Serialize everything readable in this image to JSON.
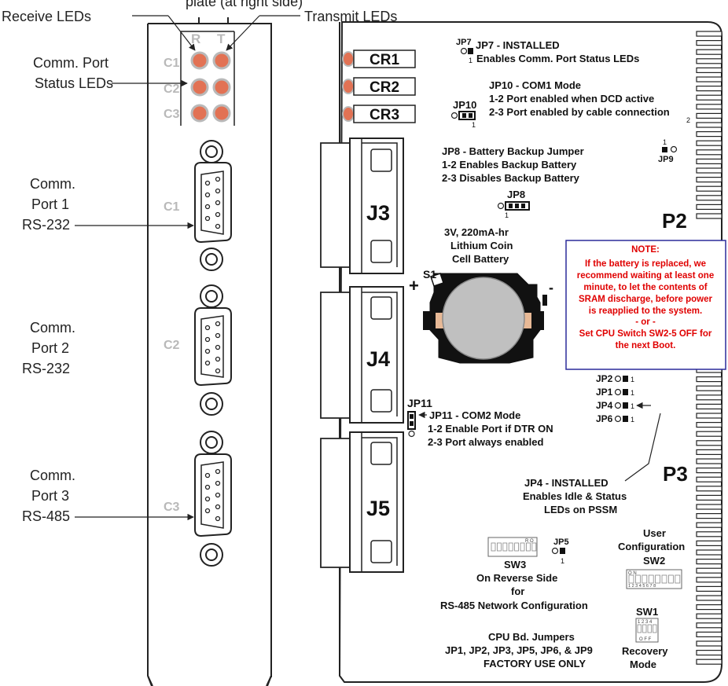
{
  "callouts": {
    "top_cut": "plate (at right side)",
    "receive_leds": "Receive LEDs",
    "transmit_leds": "Transmit LEDs",
    "status_leds_l1": "Comm. Port",
    "status_leds_l2": "Status LEDs",
    "port1_l1": "Comm.",
    "port1_l2": "Port 1",
    "port1_l3": "RS-232",
    "port2_l1": "Comm.",
    "port2_l2": "Port 2",
    "port2_l3": "RS-232",
    "port3_l1": "Comm.",
    "port3_l2": "Port 3",
    "port3_l3": "RS-485"
  },
  "faceplate": {
    "led_col_r": "R",
    "led_col_t": "T",
    "led_rows": [
      "C1",
      "C2",
      "C3"
    ],
    "port_labels": [
      "C1",
      "C2",
      "C3"
    ]
  },
  "board": {
    "leds": [
      "CR1",
      "CR2",
      "CR3"
    ],
    "connectors": [
      "J3",
      "J4",
      "J5"
    ],
    "edge_connectors": [
      "P2",
      "P3"
    ],
    "jp7": {
      "tag": "JP7",
      "title": "JP7 - INSTALLED",
      "desc": "Enables Comm. Port Status  LEDs",
      "pin": "1"
    },
    "jp10": {
      "tag": "JP10",
      "title": "JP10 - COM1 Mode",
      "line1": "1-2 Port enabled when DCD active",
      "line2": "2-3 Port enabled by cable connection",
      "pin": "1"
    },
    "jp8": {
      "tag": "JP8",
      "title": "JP8 - Battery Backup Jumper",
      "line1": "1-2  Enables Backup Battery",
      "line2": "2-3 Disables Backup Battery",
      "pin": "1"
    },
    "jp9": {
      "tag": "JP9",
      "pin": "1"
    },
    "battery": {
      "line1": "3V, 220mA-hr",
      "line2": "Lithium Coin",
      "line3": "Cell Battery",
      "switch": "S1",
      "plus": "+",
      "minus": "-"
    },
    "note": {
      "title": "NOTE:",
      "lines": [
        "If the battery is replaced, we",
        "recommend waiting at least one",
        "minute, to let the contents of",
        "SRAM discharge, before power",
        "is reapplied to the system.",
        "- or -",
        "Set CPU Switch SW2-5 OFF for",
        "the next Boot."
      ]
    },
    "jp11": {
      "tag": "JP11",
      "title": "JP11 - COM2 Mode",
      "line1": "1-2 Enable Port if DTR ON",
      "line2": "2-3 Port always enabled"
    },
    "jumper_group": [
      {
        "tag": "JP2",
        "pin": "1"
      },
      {
        "tag": "JP1",
        "pin": "1"
      },
      {
        "tag": "JP4",
        "pin": "1"
      },
      {
        "tag": "JP6",
        "pin": "1"
      }
    ],
    "jp4_note": {
      "title": "JP4 - INSTALLED",
      "line1": "Enables Idle & Status",
      "line2": "LEDs on PSSM"
    },
    "jp5": {
      "tag": "JP5",
      "pin": "1"
    },
    "sw3": {
      "tag": "SW3",
      "line1": "On Reverse Side",
      "line2": "for",
      "line3": "RS-485 Network Configuration",
      "on_mark": "R O"
    },
    "sw2": {
      "line1": "User",
      "line2": "Configuration",
      "tag": "SW2",
      "on_mark": "O N",
      "numbers": "1 2 3 4 5 6 7 8"
    },
    "sw1": {
      "tag": "SW1",
      "line1": "Recovery",
      "line2": "Mode",
      "numbers": "1 2 3 4",
      "off_mark": "O F F"
    },
    "cpu_note": {
      "line1": "CPU Bd. Jumpers",
      "line2": "JP1, JP2, JP3, JP5, JP6, & JP9",
      "line3": "FACTORY USE ONLY"
    }
  },
  "colors": {
    "led_fill": "#e27254",
    "led_ring": "#b9b9b9",
    "note_text": "#e00000",
    "note_border": "#2b2b9a",
    "outline": "#222222",
    "faceplate_gray": "#b9b9b9"
  }
}
